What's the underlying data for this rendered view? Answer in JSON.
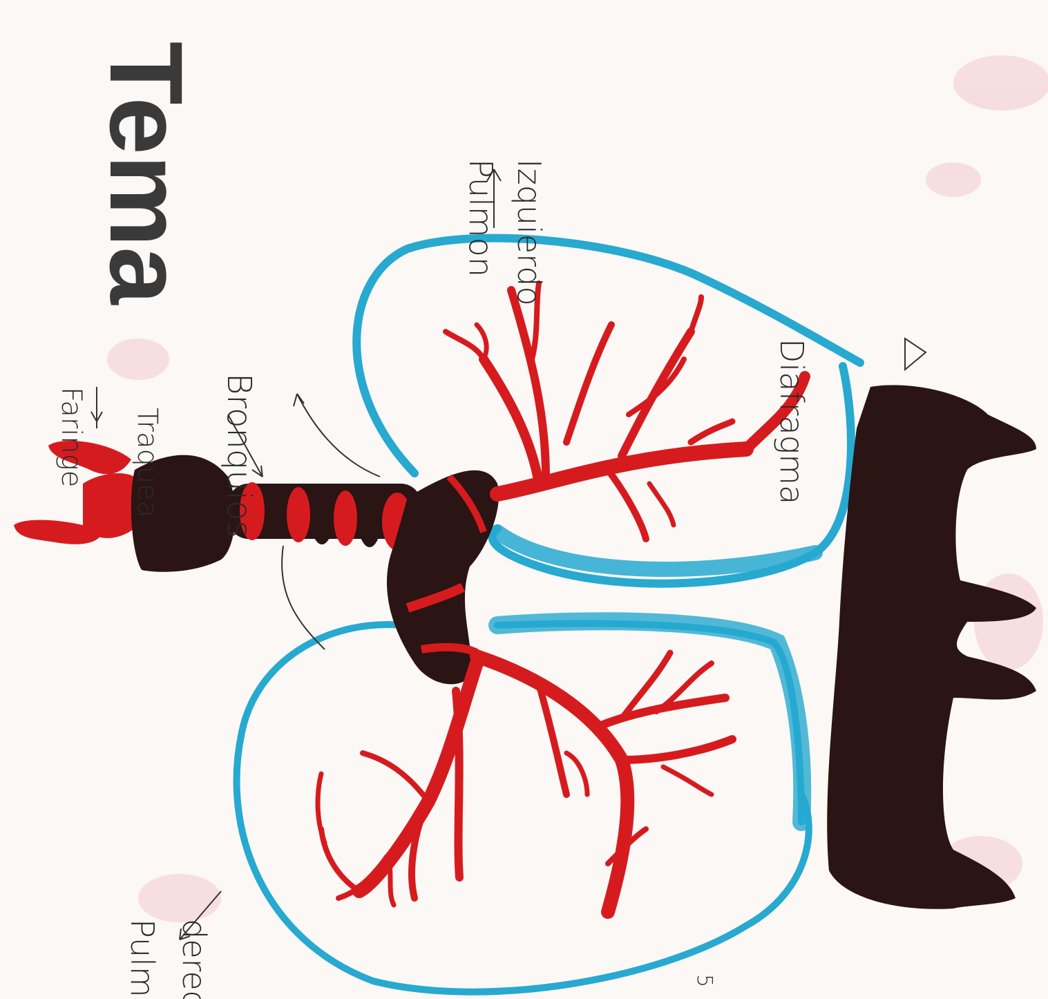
{
  "header": {
    "title": "Tema"
  },
  "labels": {
    "faringe": "Faringe",
    "traquea": "Traquea",
    "bronquios": "Bronquios",
    "pulmon_izquierdo_1": "Pulmon",
    "pulmon_izquierdo_2": "Izquierdo",
    "diafragma": "Diafragma",
    "pulmon_derecho_1": "Pulmon",
    "pulmon_derecho_2": "derecho"
  },
  "footer": {
    "page_number": "5"
  },
  "colors": {
    "paper": "#fbf8f6",
    "lung_outline": "#27a9d0",
    "bronchi": "#d61b1f",
    "clay_dark": "#2a1414",
    "ink": "#2b2b2b"
  }
}
